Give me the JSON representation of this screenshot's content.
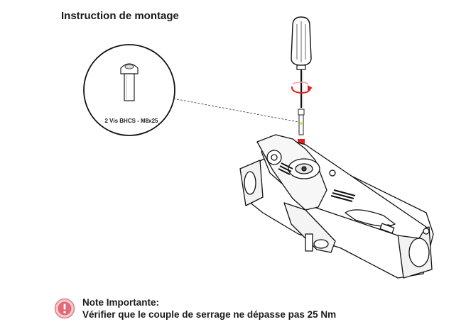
{
  "title": "Instruction de montage",
  "callout": {
    "label": "2 Vis BHCS - M8x25"
  },
  "note": {
    "heading": "Note Importante:",
    "text": "Vérifier que le couple de serrage ne dépasse pas 25 Nm",
    "icon": "exclamation-icon",
    "icon_color": "#e06a75"
  },
  "colors": {
    "arrow": "#e02020",
    "line": "#222222"
  }
}
